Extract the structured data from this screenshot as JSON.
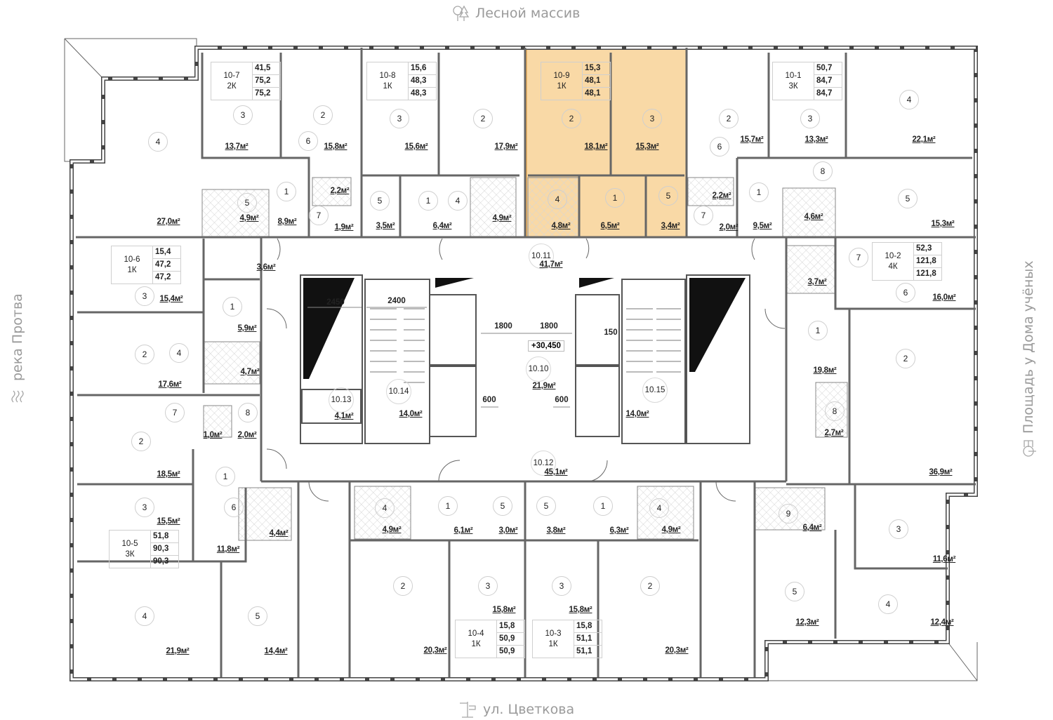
{
  "orientation": {
    "top": "Лесной массив",
    "bottom": "ул. Цветкова",
    "left": "река Протва",
    "right": "Площадь у Дома учёных",
    "top_icon": "trees-icon",
    "bottom_icon": "street-sign-icon",
    "left_icon": "river-waves-icon",
    "right_icon": "square-bench-icon"
  },
  "colors": {
    "highlight_fill": "#f9d9a6",
    "highlight_border": "#efb463",
    "wall": "#555555"
  },
  "selected_apartment": "10-9",
  "apartments": [
    {
      "id": "10-7",
      "type": "2К",
      "values": [
        "41,5",
        "75,2",
        "75,2"
      ]
    },
    {
      "id": "10-8",
      "type": "1К",
      "values": [
        "15,6",
        "48,3",
        "48,3"
      ]
    },
    {
      "id": "10-9",
      "type": "1К",
      "values": [
        "15,3",
        "48,1",
        "48,1"
      ]
    },
    {
      "id": "10-1",
      "type": "3К",
      "values": [
        "50,7",
        "84,7",
        "84,7"
      ]
    },
    {
      "id": "10-6",
      "type": "1К",
      "values": [
        "15,4",
        "47,2",
        "47,2"
      ]
    },
    {
      "id": "10-2",
      "type": "4К",
      "values": [
        "52,3",
        "121,8",
        "121,8"
      ]
    },
    {
      "id": "10-5",
      "type": "3К",
      "values": [
        "51,8",
        "90,3",
        "90,3"
      ]
    },
    {
      "id": "10-4",
      "type": "1К",
      "values": [
        "15,8",
        "50,9",
        "50,9"
      ]
    },
    {
      "id": "10-3",
      "type": "1К",
      "values": [
        "15,8",
        "51,1",
        "51,1"
      ]
    }
  ],
  "rooms": [
    {
      "num": "3",
      "area": "13,7м²"
    },
    {
      "num": "2",
      "area": "15,8м²"
    },
    {
      "num": "6",
      "area": "2,2м²"
    },
    {
      "num": "4",
      "area": "27,0м²"
    },
    {
      "num": "1",
      "area": "8,9м²"
    },
    {
      "num": "5",
      "area": "4,9м²"
    },
    {
      "num": "7",
      "area": "1,9м²"
    },
    {
      "num": "3",
      "area": "15,6м²"
    },
    {
      "num": "2",
      "area": "17,9м²"
    },
    {
      "num": "5",
      "area": "3,5м²"
    },
    {
      "num": "1",
      "area": "6,4м²"
    },
    {
      "num": "4",
      "area": "4,9м²"
    },
    {
      "num": "2",
      "area": "18,1м²"
    },
    {
      "num": "3",
      "area": "15,3м²"
    },
    {
      "num": "4",
      "area": "4,8м²"
    },
    {
      "num": "1",
      "area": "6,5м²"
    },
    {
      "num": "5",
      "area": "3,4м²"
    },
    {
      "num": "2",
      "area": "15,7м²"
    },
    {
      "num": "6",
      "area": "2,2м²"
    },
    {
      "num": "3",
      "area": "13,3м²"
    },
    {
      "num": "4",
      "area": "22,1м²"
    },
    {
      "num": "1",
      "area": "9,5м²"
    },
    {
      "num": "8",
      "area": "4,6м²"
    },
    {
      "num": "7",
      "area": "2,0м²"
    },
    {
      "num": "5",
      "area": "15,3м²"
    },
    {
      "num": "3",
      "area": "15,4м²"
    },
    {
      "num": "1",
      "area": "5,9м²"
    },
    {
      "num": "",
      "area": "3,6м²"
    },
    {
      "num": "2",
      "area": "17,6м²"
    },
    {
      "num": "4",
      "area": "4,7м²"
    },
    {
      "num": "7",
      "area": "1,0м²"
    },
    {
      "num": "8",
      "area": "2,0м²"
    },
    {
      "num": "2",
      "area": "18,5м²"
    },
    {
      "num": "1",
      "area": "11,8м²"
    },
    {
      "num": "3",
      "area": "15,5м²"
    },
    {
      "num": "6",
      "area": "4,4м²"
    },
    {
      "num": "4",
      "area": "21,9м²"
    },
    {
      "num": "5",
      "area": "14,4м²"
    },
    {
      "num": "4",
      "area": "4,9м²"
    },
    {
      "num": "1",
      "area": "6,1м²"
    },
    {
      "num": "5",
      "area": "3,0м²"
    },
    {
      "num": "2",
      "area": "20,3м²"
    },
    {
      "num": "3",
      "area": "15,8м²"
    },
    {
      "num": "5",
      "area": "3,8м²"
    },
    {
      "num": "1",
      "area": "6,3м²"
    },
    {
      "num": "4",
      "area": "4,9м²"
    },
    {
      "num": "3",
      "area": "15,8м²"
    },
    {
      "num": "2",
      "area": "20,3м²"
    },
    {
      "num": "7",
      "area": "3,7м²"
    },
    {
      "num": "6",
      "area": "16,0м²"
    },
    {
      "num": "1",
      "area": "19,8м²"
    },
    {
      "num": "2",
      "area": "36,9м²"
    },
    {
      "num": "8",
      "area": "2,7м²"
    },
    {
      "num": "9",
      "area": "6,4м²"
    },
    {
      "num": "3",
      "area": "11,6м²"
    },
    {
      "num": "5",
      "area": "12,3м²"
    },
    {
      "num": "4",
      "area": "12,4м²"
    }
  ],
  "common_areas": [
    {
      "num": "10.11",
      "area": "41,7м²"
    },
    {
      "num": "10.10",
      "area": "21,9м²"
    },
    {
      "num": "10.12",
      "area": "45,1м²"
    },
    {
      "num": "10.13",
      "area": "4,1м²"
    },
    {
      "num": "10.14",
      "area": "14,0м²"
    },
    {
      "num": "10.15",
      "area": "14,0м²"
    }
  ],
  "dimensions": [
    "2450",
    "2400",
    "1800",
    "1800",
    "150",
    "600",
    "600"
  ],
  "level_mark": "+30,450"
}
